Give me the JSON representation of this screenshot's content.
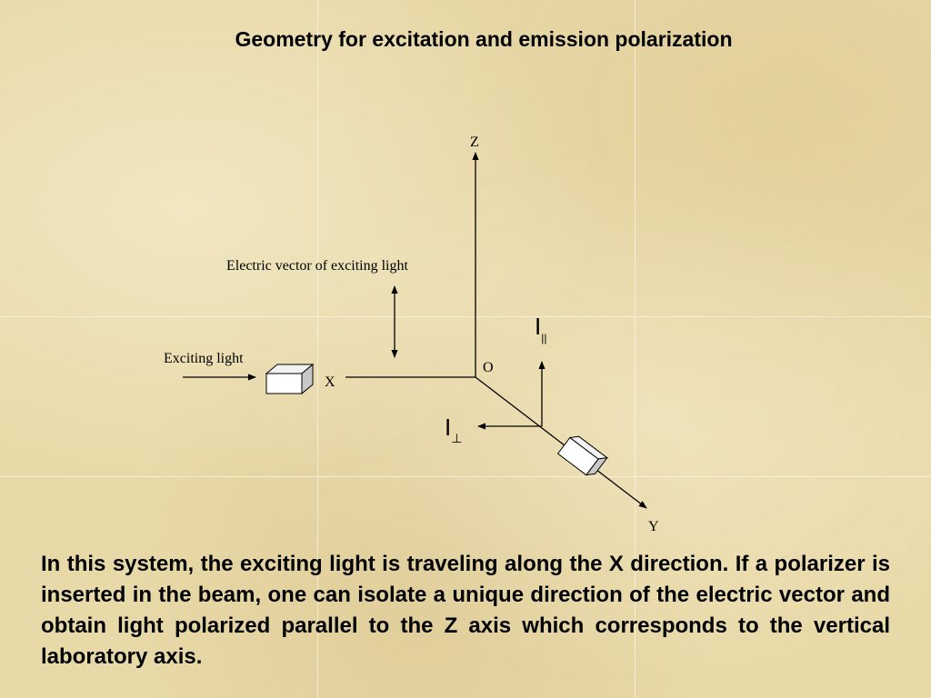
{
  "title": "Geometry for excitation and emission polarization",
  "diagram": {
    "axis_z": "Z",
    "axis_x": "X",
    "axis_y": "Y",
    "origin": "O",
    "electric_vector_label": "Electric vector of exciting light",
    "exciting_light_label": "Exciting light",
    "i_parallel": {
      "main": "I",
      "sub": "||"
    },
    "i_perp": {
      "main": "I",
      "sub": "⊥"
    }
  },
  "body_text": "In this system, the exciting light is traveling along the X direction.  If a polarizer is inserted in the beam, one can isolate a unique direction of the electric vector and obtain light polarized parallel to the Z axis which corresponds to the vertical laboratory axis."
}
